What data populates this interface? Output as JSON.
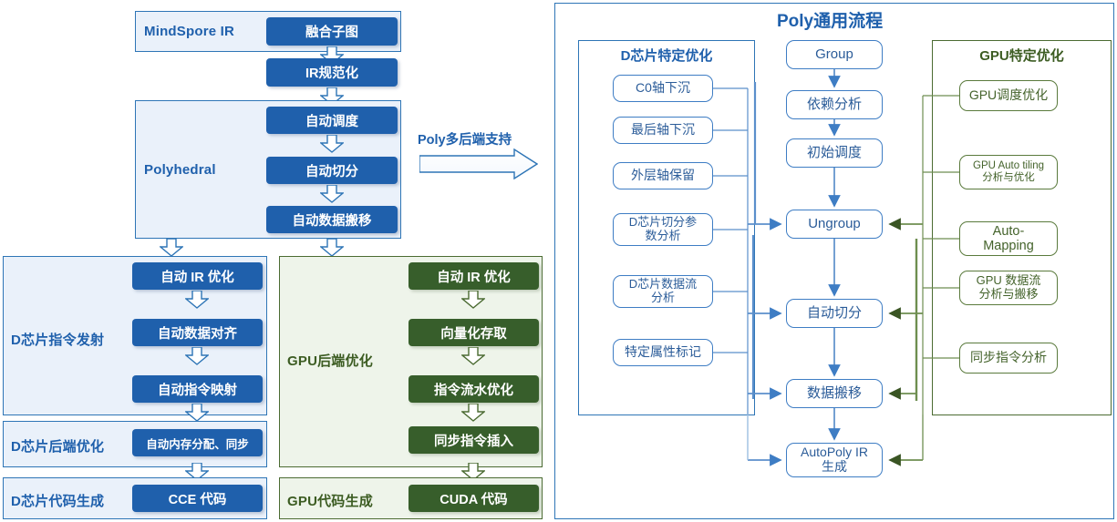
{
  "left": {
    "mindspore": {
      "label": "MindSpore IR",
      "node": "融合子图"
    },
    "ir_norm_node": "IR规范化",
    "polyhedral": {
      "label": "Polyhedral",
      "nodes": [
        "自动调度",
        "自动切分",
        "自动数据搬移"
      ]
    },
    "d_issue": {
      "label": "D芯片指令发射",
      "nodes": [
        "自动 IR 优化",
        "自动数据对齐",
        "自动指令映射"
      ]
    },
    "d_backend": {
      "label": "D芯片后端优化",
      "node": "自动内存分配、同步"
    },
    "d_codegen": {
      "label": "D芯片代码生成",
      "node": "CCE 代码"
    },
    "gpu_backend": {
      "label": "GPU后端优化",
      "nodes": [
        "自动 IR 优化",
        "向量化存取",
        "指令流水优化",
        "同步指令插入"
      ]
    },
    "gpu_codegen": {
      "label": "GPU代码生成",
      "node": "CUDA 代码"
    },
    "bridge_label": "Poly多后端支持"
  },
  "right": {
    "title": "Poly通用流程",
    "d_specific": {
      "title": "D芯片特定优化",
      "items": [
        "C0轴下沉",
        "最后轴下沉",
        "外层轴保留",
        "D芯片切分参\n数分析",
        "D芯片数据流\n分析",
        "特定属性标记"
      ]
    },
    "flow": {
      "nodes": [
        "Group",
        "依赖分析",
        "初始调度",
        "Ungroup",
        "自动切分",
        "数据搬移",
        "AutoPoly IR\n生成"
      ]
    },
    "gpu_specific": {
      "title": "GPU特定优化",
      "items": [
        "GPU调度优化",
        "GPU Auto tiling\n分析与优化",
        "Auto-\nMapping",
        "GPU 数据流\n分析与搬移",
        "同步指令分析"
      ]
    }
  },
  "colors": {
    "blue_fill": "#1F60AC",
    "blue_line": "#2E75B6",
    "blue_tint": "#EAF1FA",
    "green_fill": "#375E2B",
    "green_line": "#4B6B32",
    "green_tint": "#EEF4EA"
  }
}
